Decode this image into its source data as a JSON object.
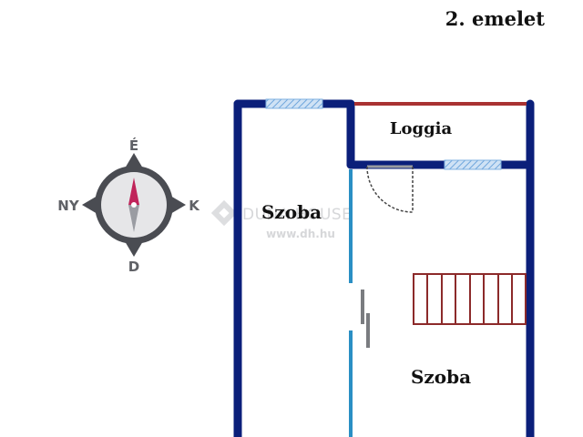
{
  "floor_title": "2. emelet",
  "rooms": {
    "room_left": "Szoba",
    "room_right": "Szoba",
    "loggia": "Loggia"
  },
  "compass": {
    "north": "É",
    "east": "K",
    "south": "D",
    "west": "NY"
  },
  "watermark": {
    "brand": "DUNA HOUSE",
    "url": "www.dh.hu"
  },
  "colors": {
    "outer_wall": "#0b1f7a",
    "partition_wall": "#2a8fc4",
    "loggia_rail": "#a93232",
    "stair": "#8c2a2a",
    "window": "#9fc4e8",
    "compass_needle": "#c0245a"
  }
}
